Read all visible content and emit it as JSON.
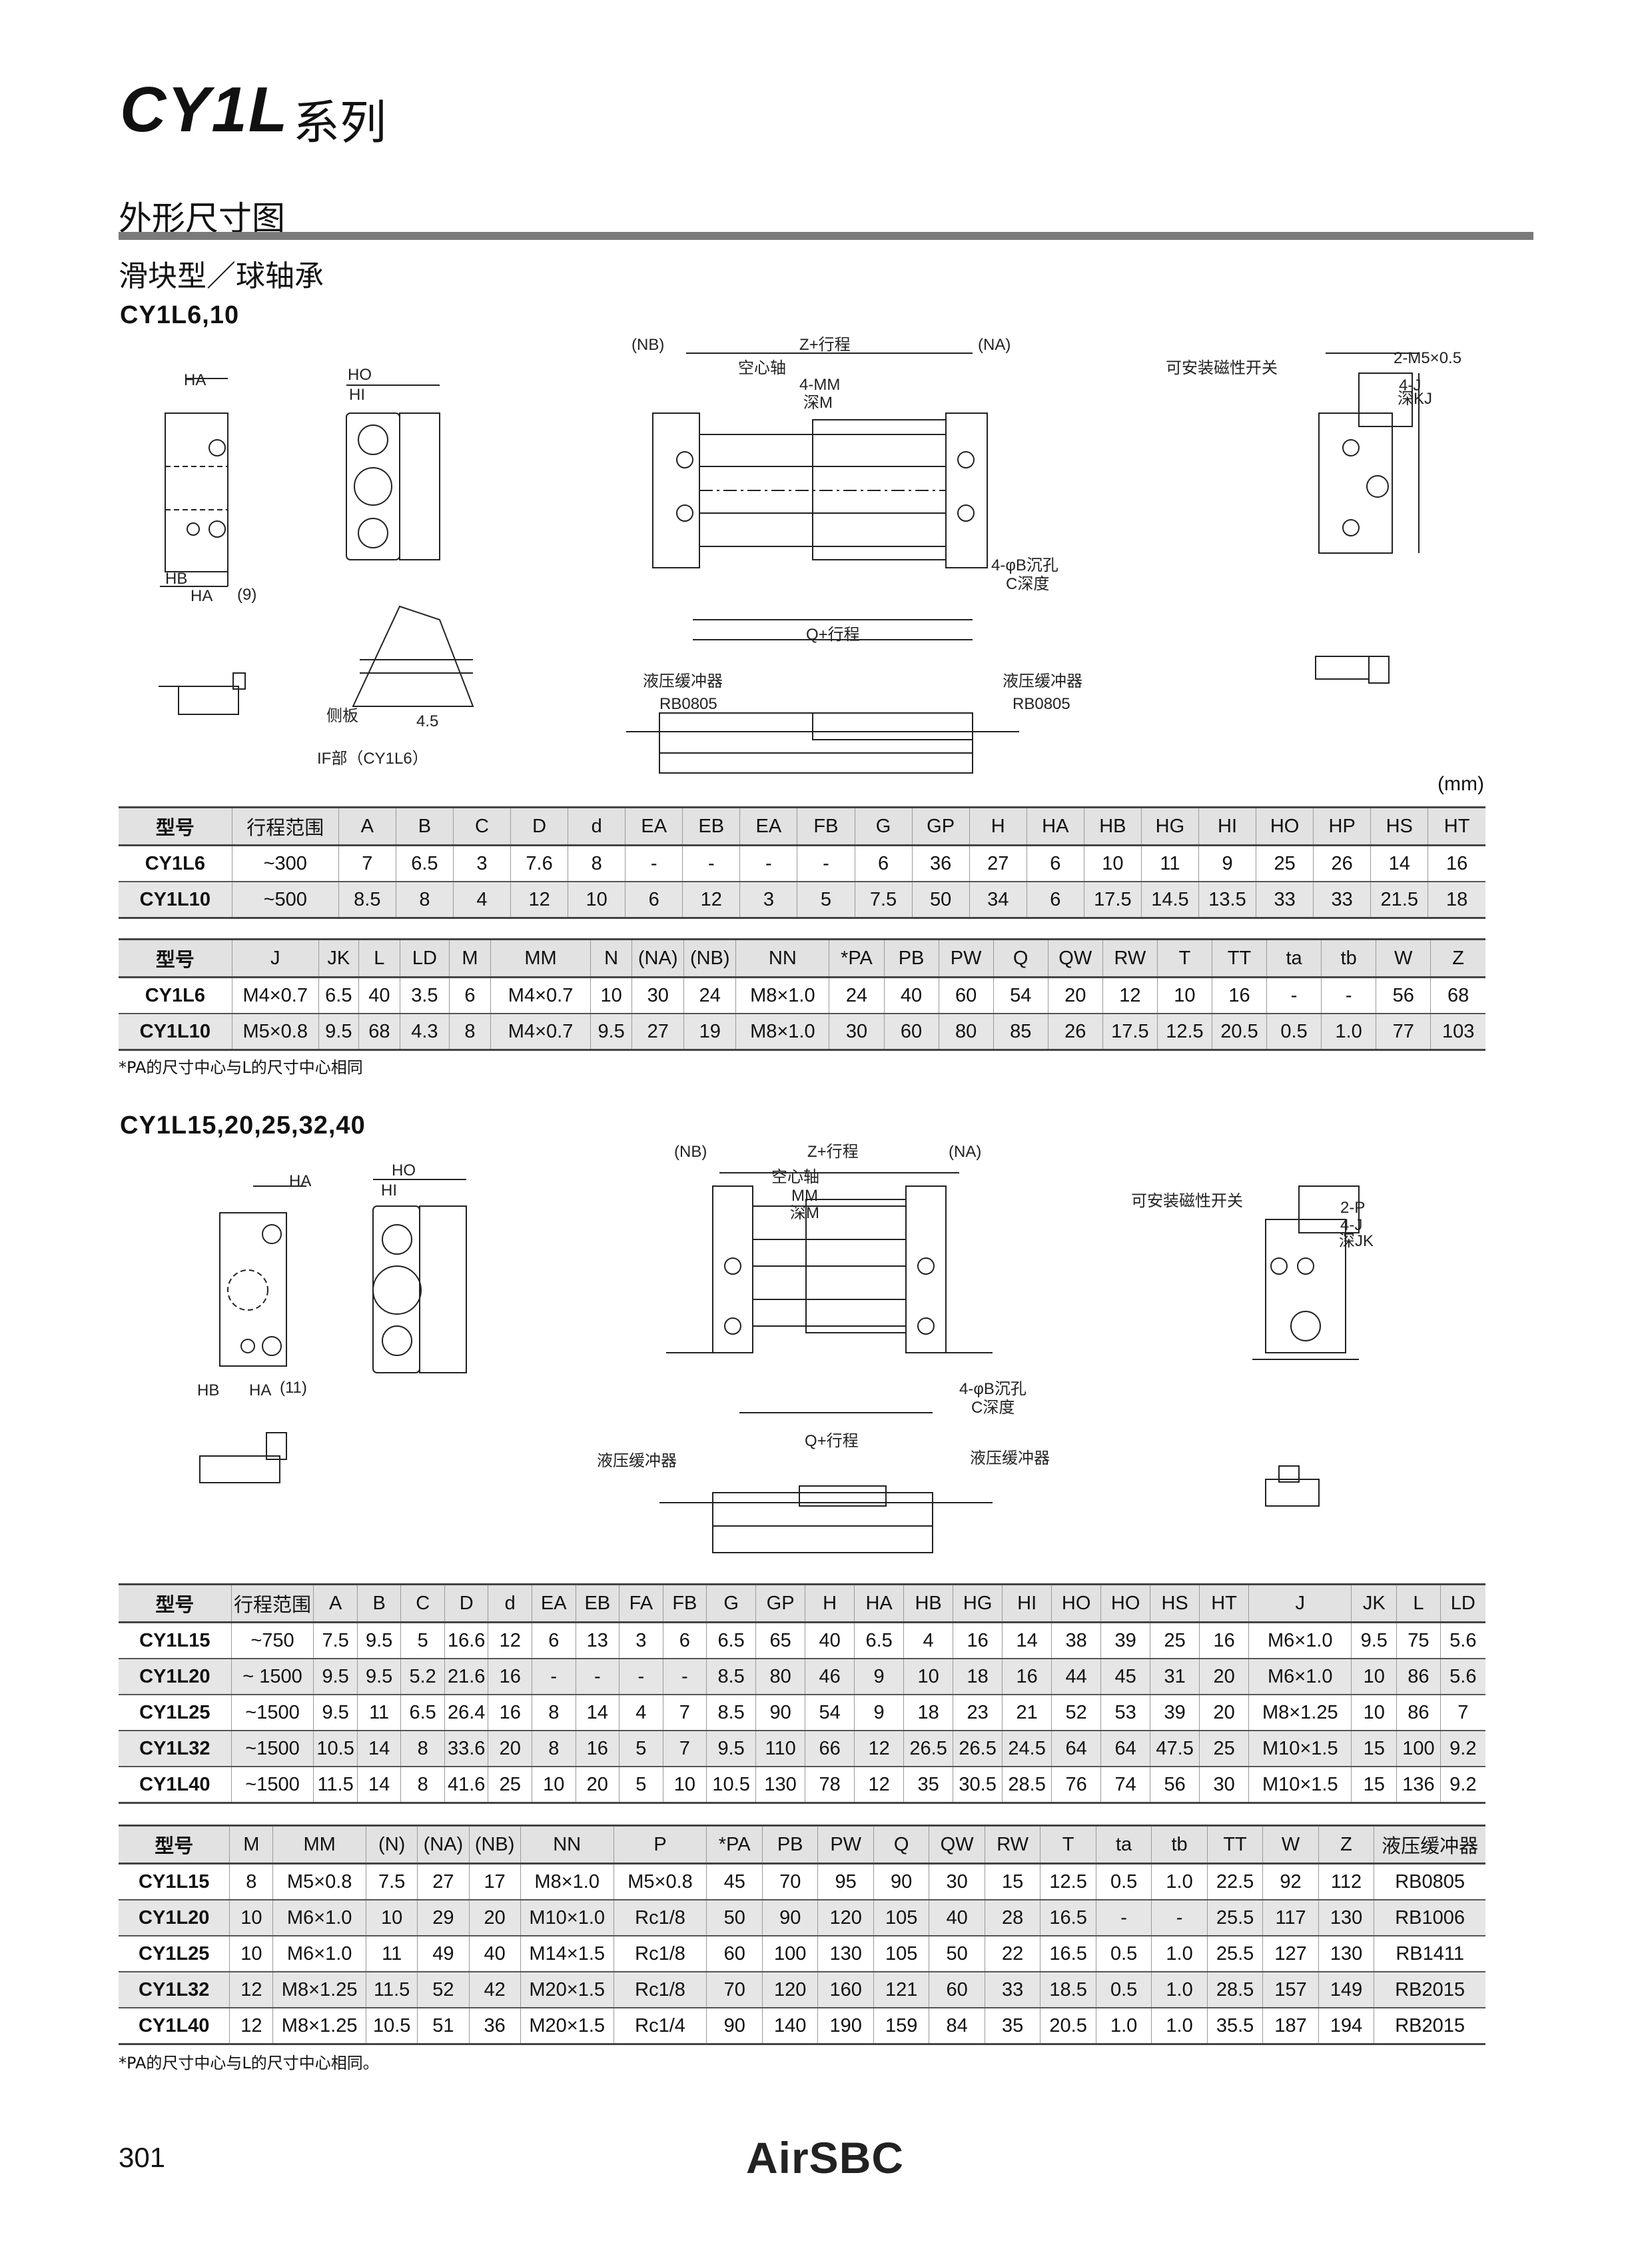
{
  "header": {
    "title": "CY1L",
    "series": "系列"
  },
  "section": {
    "title": "外形尺寸图",
    "subtitle": "滑块型／球轴承"
  },
  "model_group_1": "CY1L6,10",
  "model_group_2": "CY1L15,20,25,32,40",
  "unit": "(mm)",
  "labels": {
    "nb": "(NB)",
    "na": "(NA)",
    "z_stroke": "Z+行程",
    "q_stroke": "Q+行程",
    "hollow_shaft": "空心轴",
    "mm_4": "4-MM",
    "depth_m": "深M",
    "mm": "MM",
    "magnetic_switch": "可安装磁性开关",
    "counterbore": "4-φB沉孔",
    "c_depth": "C深度",
    "hydraulic_buffer": "液压缓冲器",
    "rb0805": "RB0805",
    "side_plate": "侧板",
    "if_part": "IF部（CY1L6）",
    "m5": "2-M5×0.5",
    "j4": "4-J",
    "kj": "深KJ",
    "p2": "2-P",
    "jk": "深JK",
    "val45": "4.5",
    "val9": "(9)",
    "val11": "(11)"
  },
  "table1a": {
    "headers": [
      "型号",
      "行程范围",
      "A",
      "B",
      "C",
      "D",
      "d",
      "EA",
      "EB",
      "EA",
      "FB",
      "G",
      "GP",
      "H",
      "HA",
      "HB",
      "HG",
      "HI",
      "HO",
      "HP",
      "HS",
      "HT"
    ],
    "rows": [
      [
        "CY1L6",
        "~300",
        "7",
        "6.5",
        "3",
        "7.6",
        "8",
        "-",
        "-",
        "-",
        "-",
        "6",
        "36",
        "27",
        "6",
        "10",
        "11",
        "9",
        "25",
        "26",
        "14",
        "16"
      ],
      [
        "CY1L10",
        "~500",
        "8.5",
        "8",
        "4",
        "12",
        "10",
        "6",
        "12",
        "3",
        "5",
        "7.5",
        "50",
        "34",
        "6",
        "17.5",
        "14.5",
        "13.5",
        "33",
        "33",
        "21.5",
        "18"
      ]
    ]
  },
  "table1b": {
    "headers": [
      "型号",
      "J",
      "JK",
      "L",
      "LD",
      "M",
      "MM",
      "N",
      "(NA)",
      "(NB)",
      "NN",
      "*PA",
      "PB",
      "PW",
      "Q",
      "QW",
      "RW",
      "T",
      "TT",
      "ta",
      "tb",
      "W",
      "Z"
    ],
    "rows": [
      [
        "CY1L6",
        "M4×0.7",
        "6.5",
        "40",
        "3.5",
        "6",
        "M4×0.7",
        "10",
        "30",
        "24",
        "M8×1.0",
        "24",
        "40",
        "60",
        "54",
        "20",
        "12",
        "10",
        "16",
        "-",
        "-",
        "56",
        "68"
      ],
      [
        "CY1L10",
        "M5×0.8",
        "9.5",
        "68",
        "4.3",
        "8",
        "M4×0.7",
        "9.5",
        "27",
        "19",
        "M8×1.0",
        "30",
        "60",
        "80",
        "85",
        "26",
        "17.5",
        "12.5",
        "20.5",
        "0.5",
        "1.0",
        "77",
        "103"
      ]
    ]
  },
  "note1": "*PA的尺寸中心与L的尺寸中心相同",
  "table2a": {
    "headers": [
      "型号",
      "行程范围",
      "A",
      "B",
      "C",
      "D",
      "d",
      "EA",
      "EB",
      "FA",
      "FB",
      "G",
      "GP",
      "H",
      "HA",
      "HB",
      "HG",
      "HI",
      "HO",
      "HO",
      "HS",
      "HT",
      "J",
      "JK",
      "L",
      "LD"
    ],
    "rows": [
      [
        "CY1L15",
        "~750",
        "7.5",
        "9.5",
        "5",
        "16.6",
        "12",
        "6",
        "13",
        "3",
        "6",
        "6.5",
        "65",
        "40",
        "6.5",
        "4",
        "16",
        "14",
        "38",
        "39",
        "25",
        "16",
        "M6×1.0",
        "9.5",
        "75",
        "5.6"
      ],
      [
        "CY1L20",
        "~ 1500",
        "9.5",
        "9.5",
        "5.2",
        "21.6",
        "16",
        "-",
        "-",
        "-",
        "-",
        "8.5",
        "80",
        "46",
        "9",
        "10",
        "18",
        "16",
        "44",
        "45",
        "31",
        "20",
        "M6×1.0",
        "10",
        "86",
        "5.6"
      ],
      [
        "CY1L25",
        "~1500",
        "9.5",
        "11",
        "6.5",
        "26.4",
        "16",
        "8",
        "14",
        "4",
        "7",
        "8.5",
        "90",
        "54",
        "9",
        "18",
        "23",
        "21",
        "52",
        "53",
        "39",
        "20",
        "M8×1.25",
        "10",
        "86",
        "7"
      ],
      [
        "CY1L32",
        "~1500",
        "10.5",
        "14",
        "8",
        "33.6",
        "20",
        "8",
        "16",
        "5",
        "7",
        "9.5",
        "110",
        "66",
        "12",
        "26.5",
        "26.5",
        "24.5",
        "64",
        "64",
        "47.5",
        "25",
        "M10×1.5",
        "15",
        "100",
        "9.2"
      ],
      [
        "CY1L40",
        "~1500",
        "11.5",
        "14",
        "8",
        "41.6",
        "25",
        "10",
        "20",
        "5",
        "10",
        "10.5",
        "130",
        "78",
        "12",
        "35",
        "30.5",
        "28.5",
        "76",
        "74",
        "56",
        "30",
        "M10×1.5",
        "15",
        "136",
        "9.2"
      ]
    ]
  },
  "table2b": {
    "headers": [
      "型号",
      "M",
      "MM",
      "(N)",
      "(NA)",
      "(NB)",
      "NN",
      "P",
      "*PA",
      "PB",
      "PW",
      "Q",
      "QW",
      "RW",
      "T",
      "ta",
      "tb",
      "TT",
      "W",
      "Z",
      "液压缓冲器"
    ],
    "rows": [
      [
        "CY1L15",
        "8",
        "M5×0.8",
        "7.5",
        "27",
        "17",
        "M8×1.0",
        "M5×0.8",
        "45",
        "70",
        "95",
        "90",
        "30",
        "15",
        "12.5",
        "0.5",
        "1.0",
        "22.5",
        "92",
        "112",
        "RB0805"
      ],
      [
        "CY1L20",
        "10",
        "M6×1.0",
        "10",
        "29",
        "20",
        "M10×1.0",
        "Rc1/8",
        "50",
        "90",
        "120",
        "105",
        "40",
        "28",
        "16.5",
        "-",
        "-",
        "25.5",
        "117",
        "130",
        "RB1006"
      ],
      [
        "CY1L25",
        "10",
        "M6×1.0",
        "11",
        "49",
        "40",
        "M14×1.5",
        "Rc1/8",
        "60",
        "100",
        "130",
        "105",
        "50",
        "22",
        "16.5",
        "0.5",
        "1.0",
        "25.5",
        "127",
        "130",
        "RB1411"
      ],
      [
        "CY1L32",
        "12",
        "M8×1.25",
        "11.5",
        "52",
        "42",
        "M20×1.5",
        "Rc1/8",
        "70",
        "120",
        "160",
        "121",
        "60",
        "33",
        "18.5",
        "0.5",
        "1.0",
        "28.5",
        "157",
        "149",
        "RB2015"
      ],
      [
        "CY1L40",
        "12",
        "M8×1.25",
        "10.5",
        "51",
        "36",
        "M20×1.5",
        "Rc1/4",
        "90",
        "140",
        "190",
        "159",
        "84",
        "35",
        "20.5",
        "1.0",
        "1.0",
        "35.5",
        "187",
        "194",
        "RB2015"
      ]
    ]
  },
  "note2": "*PA的尺寸中心与L的尺寸中心相同。",
  "footer": {
    "page": "301",
    "brand": "AirSBC"
  }
}
